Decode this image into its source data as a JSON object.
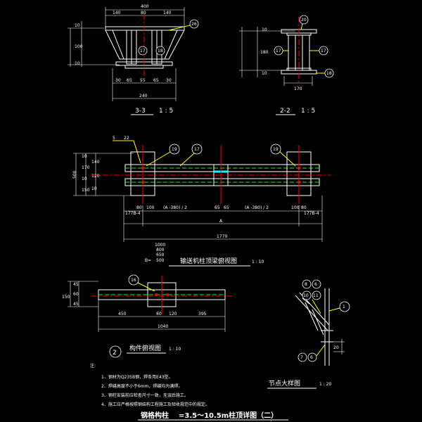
{
  "section_3_3": {
    "title": "3-3",
    "scale": "1 : 5",
    "dims_top": [
      "400",
      "140",
      "80",
      "140"
    ],
    "dims_left": [
      "10",
      "100",
      "10"
    ],
    "dims_bottom": [
      "30",
      "65",
      "55",
      "65",
      "30"
    ],
    "dim_total": "240",
    "callouts": [
      "26",
      "17",
      "18"
    ]
  },
  "section_2_2": {
    "title": "2-2",
    "scale": "1 : 5",
    "dims_left": [
      "10",
      "180",
      "10"
    ],
    "dim_bottom": "170",
    "callouts": [
      "20",
      "17",
      "17",
      "18"
    ]
  },
  "plan": {
    "title": "输送机柱顶梁俯视图",
    "scale": "1 : 10",
    "weld_label": "5",
    "weld_size": "22",
    "callouts": [
      "19",
      "17",
      "19"
    ],
    "dims_left": [
      "500",
      "10",
      "170",
      "10",
      "150",
      "140",
      "120",
      "10"
    ],
    "dims_bottom": [
      "177B-4",
      "80",
      "100",
      "(A -380) / 2",
      "65",
      "65",
      "(A -380) / 2",
      "100",
      "80",
      "177B-4"
    ],
    "dim_middle": "A",
    "dim_total": "1770",
    "table_values": [
      "1000",
      "800",
      "650",
      "500"
    ],
    "table_label": "B="
  },
  "member": {
    "title": "构件俯视图",
    "scale": "1 : 10",
    "circle_num": "2",
    "callout": "16",
    "dims_left": [
      "150",
      "45",
      "60",
      "45"
    ],
    "dims_bottom": [
      "450",
      "60",
      "120",
      "395"
    ],
    "dim_total": "1040"
  },
  "node_detail": {
    "title": "节点大样图",
    "scale": "1 : 20",
    "callouts": [
      "8",
      "6",
      "10",
      "11",
      "1",
      "7",
      "6"
    ],
    "dim": "20"
  },
  "notes": {
    "heading": "注:",
    "items": [
      "1、钢材为Q235B钢，焊条用E43型。",
      "2、焊缝高度不小于6mm，焊缝均为满焊。",
      "3、钢柱安装前应检查尺寸一致，无误后施工。",
      "4、施工应严格按照钢结构工程施工及验收规范中的规定。"
    ]
  },
  "drawing_title": {
    "label": "钢格构柱",
    "range": "=3.5～10.5m柱顶详图（二）"
  }
}
